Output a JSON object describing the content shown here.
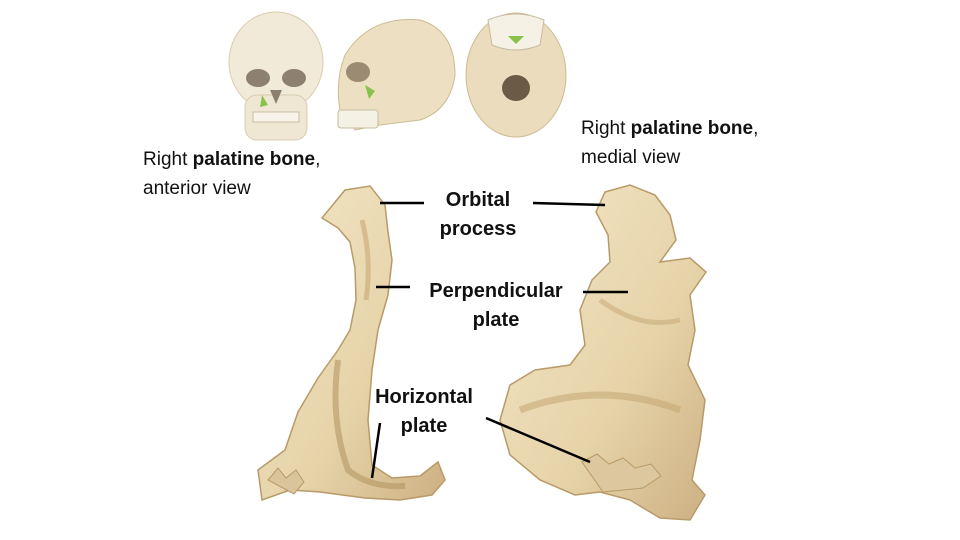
{
  "captions": {
    "anterior": {
      "prefix": "Right ",
      "bold": "palatine bone",
      "suffix": ",",
      "line2": "anterior view"
    },
    "medial": {
      "prefix": "Right ",
      "bold": "palatine bone",
      "suffix": ",",
      "line2": "medial view"
    }
  },
  "labels": {
    "orbital": {
      "line1": "Orbital",
      "line2": "process"
    },
    "perpendicular": {
      "line1": "Perpendicular",
      "line2": "plate"
    },
    "horizontal": {
      "line1": "Horizontal",
      "line2": "plate"
    }
  },
  "colors": {
    "bone": "#ecdcb6",
    "bone_shadow": "#c9ac7a",
    "bone_dark": "#a88b5c",
    "highlight": "#89c24a",
    "leader": "#000000"
  }
}
